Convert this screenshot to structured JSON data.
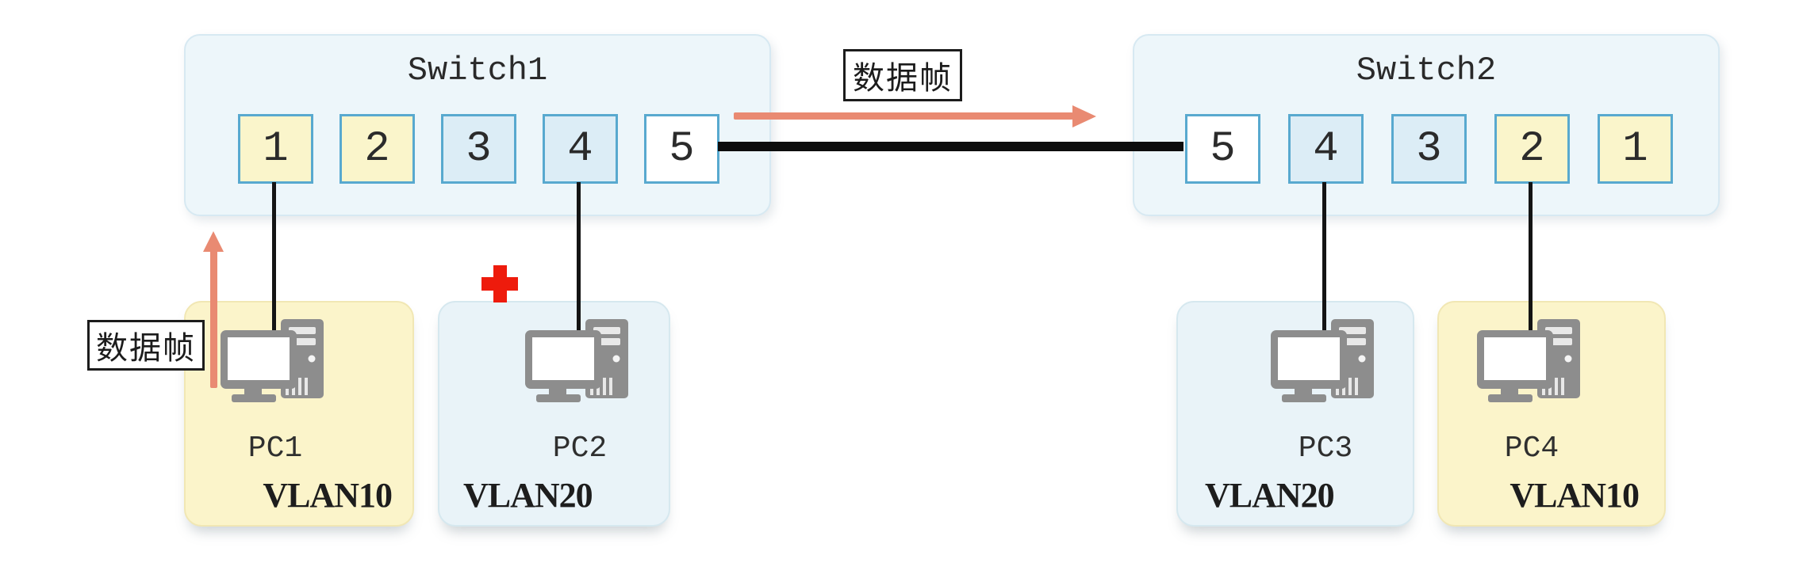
{
  "diagram": {
    "switch1": {
      "name": "Switch1",
      "ports": [
        "1",
        "2",
        "3",
        "4",
        "5"
      ]
    },
    "switch2": {
      "name": "Switch2",
      "ports": [
        "5",
        "4",
        "3",
        "2",
        "1"
      ]
    },
    "pcs": [
      {
        "name": "PC1",
        "vlan": "VLAN10"
      },
      {
        "name": "PC2",
        "vlan": "VLAN20"
      },
      {
        "name": "PC3",
        "vlan": "VLAN20"
      },
      {
        "name": "PC4",
        "vlan": "VLAN10"
      }
    ],
    "labels": {
      "frame_top": "数据帧",
      "frame_left": "数据帧"
    },
    "colors": {
      "vlan10_fill": "#faf5cb",
      "vlan20_fill": "#dcedf6",
      "trunk_port_fill": "#ffffff",
      "port_border": "#58a9cf",
      "switch_fill": "#edf6fa",
      "pc_card_yellow": "#fbf4ca",
      "pc_card_blue": "#e9f3f8",
      "frame_arrow": "#e98a72",
      "blocked_cross": "#ee1b0c",
      "cable": "#141414",
      "computer_icon_gray": "#8d8d8d"
    }
  }
}
